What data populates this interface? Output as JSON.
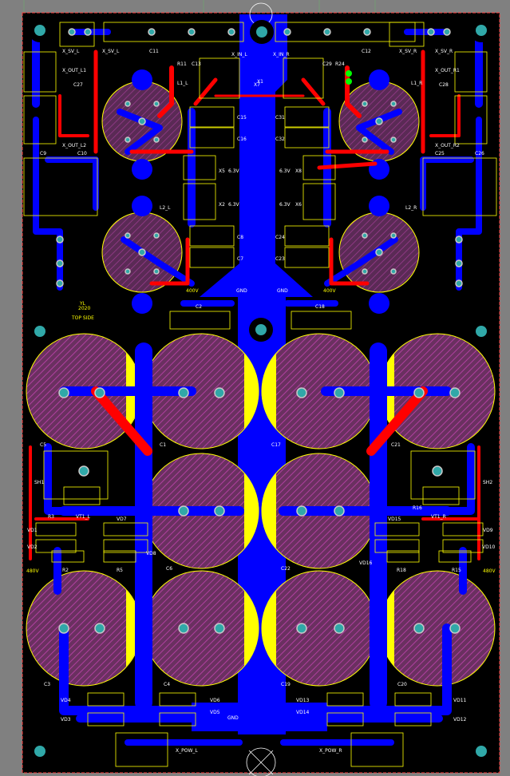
{
  "colors": {
    "background": "#000000",
    "outside": "#808080",
    "copper_top": "#0000ff",
    "copper_bottom": "#ff0000",
    "silkscreen": "#ffff00",
    "pad": "#c8c8c8",
    "via": "#30a8a8",
    "overlay": "#ffffff",
    "hatch": "#802080"
  },
  "icons": {
    "mounting_hole": "circle-icon",
    "pad": "square-pad-icon",
    "crosshair": "crosshair-icon"
  },
  "labels": {
    "connectors": {
      "sv_l": "X_SV_L",
      "sv_l2": "X_SV_L",
      "out_l1": "X_OUT_L1",
      "out_l2": "X_OUT_L2",
      "in_l": "X_IN_L",
      "in_r": "X_IN_R",
      "sv_r": "X_SV_R",
      "sv_r2": "X_SV_R",
      "out_r1": "X_OUT_R1",
      "out_r2": "X_OUT_R2",
      "pow_l": "X_POW_L",
      "pow_r": "X_POW_R"
    },
    "caps_left": {
      "c11": "C11",
      "c13": "C13",
      "c27": "C27",
      "c9": "C9",
      "c10": "C10",
      "c15": "C15",
      "c16": "C16",
      "c8": "C8",
      "c7": "C7",
      "c2": "C2",
      "c5": "C5",
      "c1": "C1",
      "c6": "C6",
      "c3": "C3",
      "c4": "C4"
    },
    "caps_right": {
      "c12": "C12",
      "c29": "C29",
      "c28": "C28",
      "c25": "C25",
      "c26": "C26",
      "c31": "C31",
      "c32": "C32",
      "c24": "C24",
      "c23": "C23",
      "c18": "C18",
      "c17": "C17",
      "c21": "C21",
      "c22": "C22",
      "c19": "C19",
      "c20": "C20"
    },
    "parts": {
      "r11": "R11",
      "l1_l": "L1_L",
      "l2_l": "L2_L",
      "x1": "X1",
      "x5": "X5",
      "x2": "X2",
      "r24": "R24",
      "l1_r": "L1_R",
      "l2_r": "L2_R",
      "x8": "X8",
      "x6": "X6",
      "x7": "X7",
      "sh1": "SH1",
      "sh2": "SH2",
      "r3": "R3",
      "vt1_l": "VT1_L",
      "vt1_r": "VT1_R",
      "r16": "R16",
      "r2": "R2",
      "r5": "R5",
      "r18": "R18",
      "r15": "R15"
    },
    "diodes": {
      "vd1": "VD1",
      "vd2": "VD2",
      "vd7": "VD7",
      "vd8": "VD8",
      "vd9": "VD9",
      "vd10": "VD10",
      "vd15": "VD15",
      "vd16": "VD16",
      "vd4": "VD4",
      "vd3": "VD3",
      "vd6": "VD6",
      "vd5": "VD5",
      "vd13": "VD13",
      "vd14": "VD14",
      "vd11": "VD11",
      "vd12": "VD12"
    },
    "nets": {
      "v63_1": "6.3V",
      "v63_2": "6.3V",
      "v63_3": "6.3V",
      "v63_4": "6.3V",
      "v400_1": "400V",
      "v400_2": "400V",
      "v480_l": "480V",
      "v480_r": "480V",
      "gnd1": "GND",
      "gnd2": "GND",
      "gnd3": "GND"
    },
    "info": {
      "author": "YL",
      "year": "2020",
      "side": "TOP SIDE"
    }
  }
}
